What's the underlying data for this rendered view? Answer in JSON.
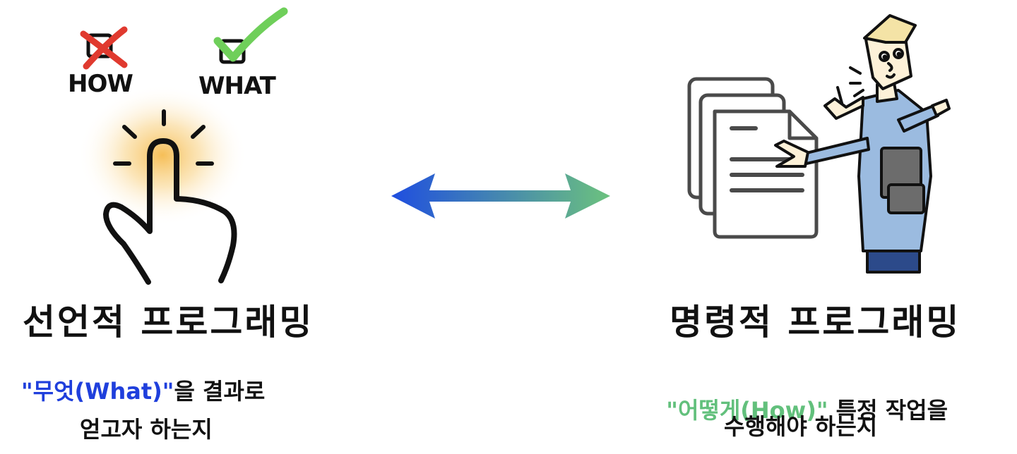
{
  "left": {
    "options": {
      "how_label": "HOW",
      "what_label": "WHAT"
    },
    "title": "선언적 프로그래밍",
    "description": {
      "highlight": "\"무엇(What)\"",
      "line1_rest": "을 결과로",
      "line2": "얻고자 하는지"
    }
  },
  "right": {
    "title": "명령적 프로그래밍",
    "description": {
      "highlight": "\"어떻게(How)\"",
      "line1_rest": " 특정 작업을",
      "line2": "수행해야 하는지"
    }
  },
  "colors": {
    "declarative_accent": "#1f3fdc",
    "imperative_accent": "#62c07c",
    "check_green": "#6fcf5a",
    "cross_red": "#e03a2f",
    "glow": "#f6b93b",
    "arrow_start": "#1f4ee0",
    "arrow_end": "#6cc27e",
    "person_shirt": "#9bbbe0",
    "person_hair": "#f4e3a6",
    "person_pants": "#2c4a8a"
  },
  "icons": {
    "left_primary": "tap-hand-icon",
    "cross": "cross-icon",
    "check": "check-icon",
    "center": "double-arrow-icon",
    "right_documents": "documents-icon",
    "right_person": "presenter-icon"
  }
}
